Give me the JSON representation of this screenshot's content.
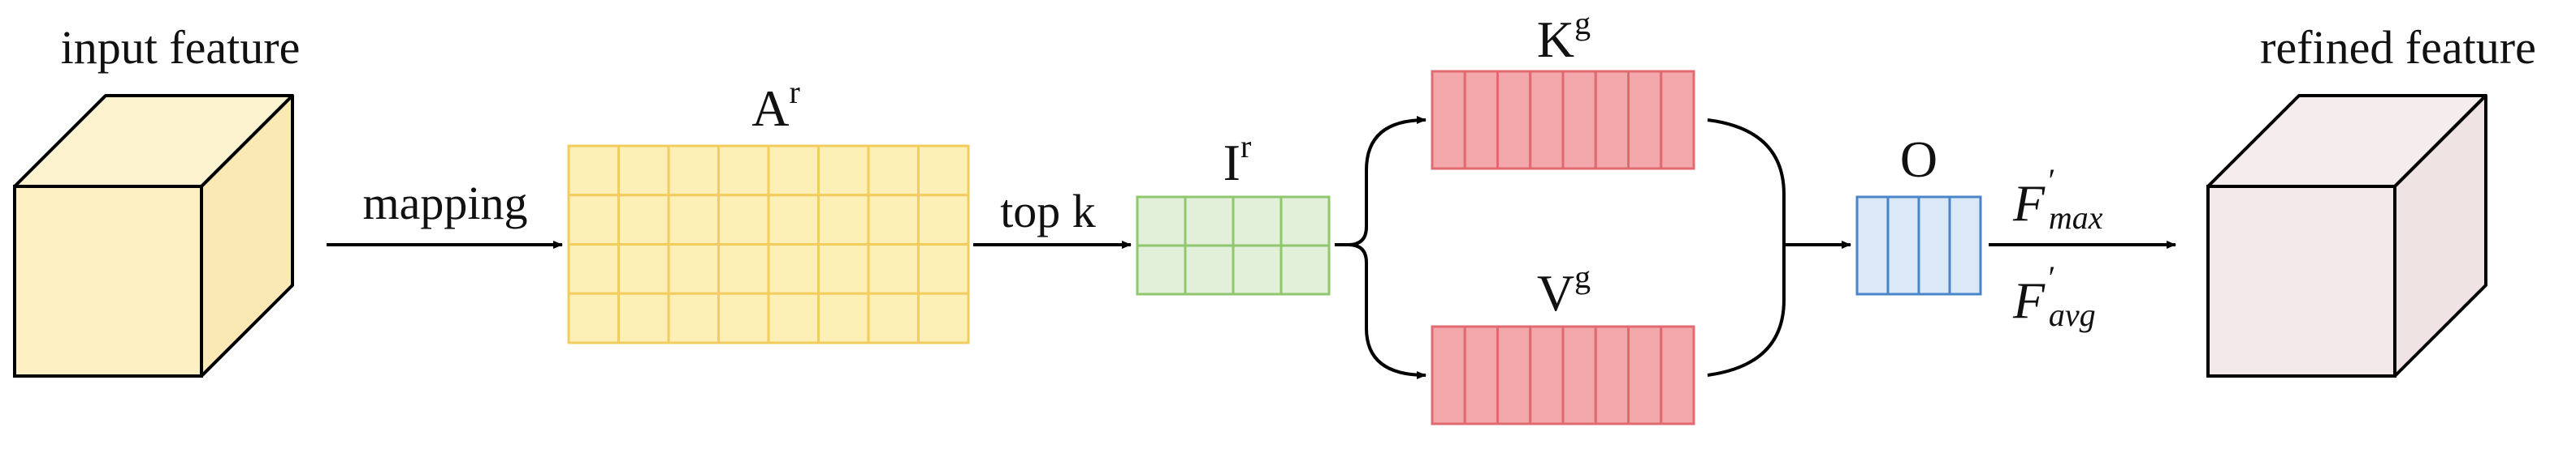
{
  "labels": {
    "input_feature": "input feature",
    "refined_feature": "refined feature",
    "mapping": "mapping",
    "top_k": "top k",
    "a_base": "A",
    "a_sup": "r",
    "i_base": "I",
    "i_sup": "r",
    "k_base": "K",
    "k_sup": "g",
    "v_base": "V",
    "v_sup": "g",
    "o": "O",
    "f_max_base": "F",
    "f_max_prime": "′",
    "f_max_sub": "max",
    "f_avg_base": "F",
    "f_avg_prime": "′",
    "f_avg_sub": "avg"
  },
  "grids": {
    "A": {
      "rows": 4,
      "cols": 8
    },
    "I": {
      "rows": 2,
      "cols": 4
    },
    "K": {
      "rows": 1,
      "cols": 8
    },
    "V": {
      "rows": 1,
      "cols": 8
    },
    "O": {
      "rows": 1,
      "cols": 4
    }
  },
  "colors": {
    "input_cube_face": "#fdf0c3",
    "input_cube_top": "#fdf3cf",
    "input_cube_side": "#fbe9b5",
    "refined_cube_face": "#f3e9ea",
    "refined_cube_top": "#f5eded",
    "refined_cube_side": "#efe3e4",
    "A_fill": "#fdf0b7",
    "A_stroke": "#f2cd5e",
    "I_fill": "#e2f0d9",
    "I_stroke": "#8fc76f",
    "KV_fill": "#f2a8ab",
    "KV_stroke": "#e06a70",
    "O_fill": "#dbe8f7",
    "O_stroke": "#4a86c7",
    "line": "#000000"
  }
}
